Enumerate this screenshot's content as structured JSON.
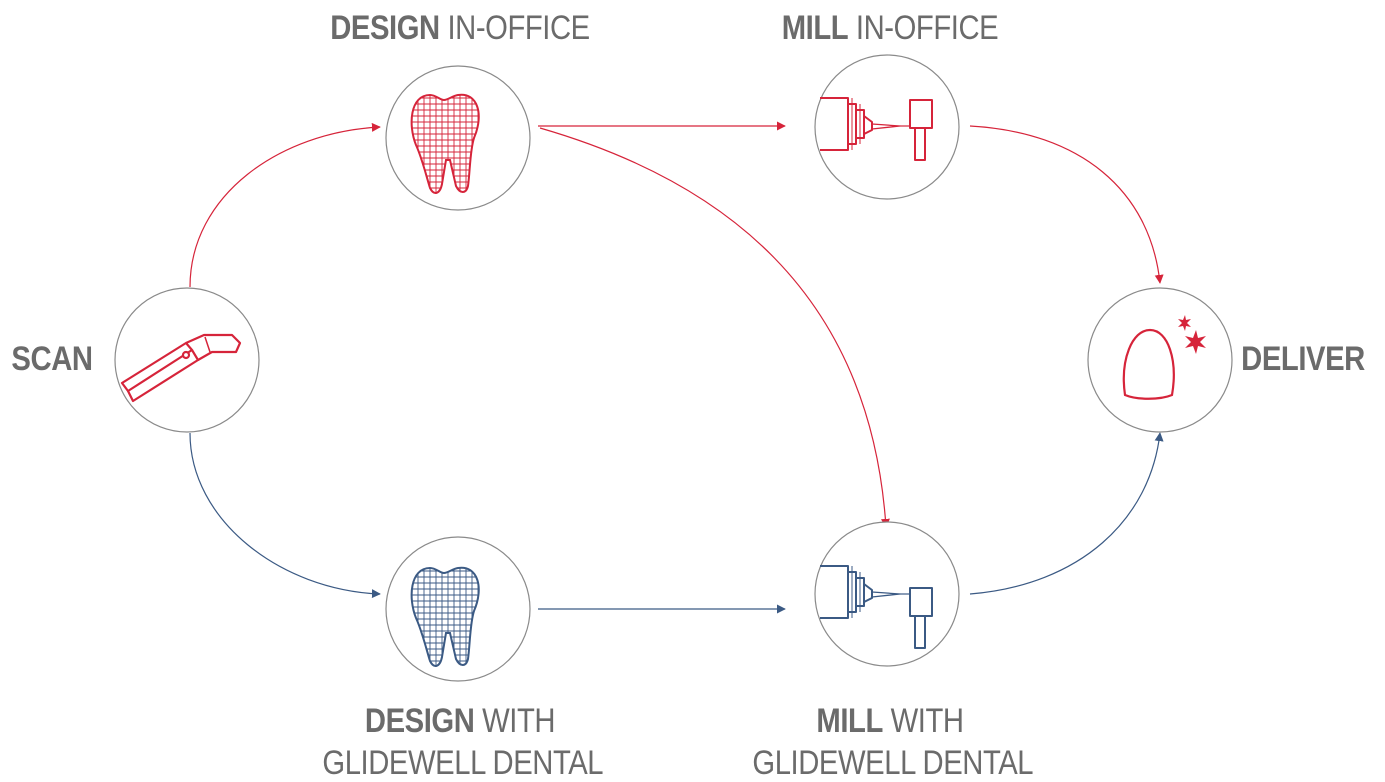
{
  "labels": {
    "scan": "SCAN",
    "deliver": "DELIVER",
    "design_in_office": {
      "bold": "DESIGN",
      "rest": " IN-OFFICE"
    },
    "mill_in_office": {
      "bold": "MILL",
      "rest": " IN-OFFICE"
    },
    "design_with_gd": {
      "bold": "DESIGN",
      "rest": " WITH",
      "line2": "GLIDEWELL DENTAL"
    },
    "mill_with_gd": {
      "bold": "MILL",
      "rest": " WITH",
      "line2": "GLIDEWELL DENTAL"
    }
  },
  "colors": {
    "in_office": "#d6243a",
    "glidewell": "#3b5a84",
    "circle_stroke": "#8a8a8a",
    "text": "#6b6b6b"
  },
  "nodes": [
    {
      "id": "scan",
      "icon": "intraoral-scanner-icon"
    },
    {
      "id": "design-in-office",
      "icon": "tooth-wireframe-icon"
    },
    {
      "id": "mill-in-office",
      "icon": "milling-machine-icon"
    },
    {
      "id": "design-glidewell",
      "icon": "tooth-wireframe-icon"
    },
    {
      "id": "mill-glidewell",
      "icon": "milling-machine-icon"
    },
    {
      "id": "deliver",
      "icon": "crown-sparkle-icon"
    }
  ],
  "edges": [
    {
      "from": "scan",
      "to": "design-in-office",
      "color": "in_office"
    },
    {
      "from": "design-in-office",
      "to": "mill-in-office",
      "color": "in_office"
    },
    {
      "from": "design-in-office",
      "to": "mill-glidewell",
      "color": "in_office"
    },
    {
      "from": "mill-in-office",
      "to": "deliver",
      "color": "in_office"
    },
    {
      "from": "scan",
      "to": "design-glidewell",
      "color": "glidewell"
    },
    {
      "from": "design-glidewell",
      "to": "mill-glidewell",
      "color": "glidewell"
    },
    {
      "from": "mill-glidewell",
      "to": "deliver",
      "color": "glidewell"
    }
  ]
}
